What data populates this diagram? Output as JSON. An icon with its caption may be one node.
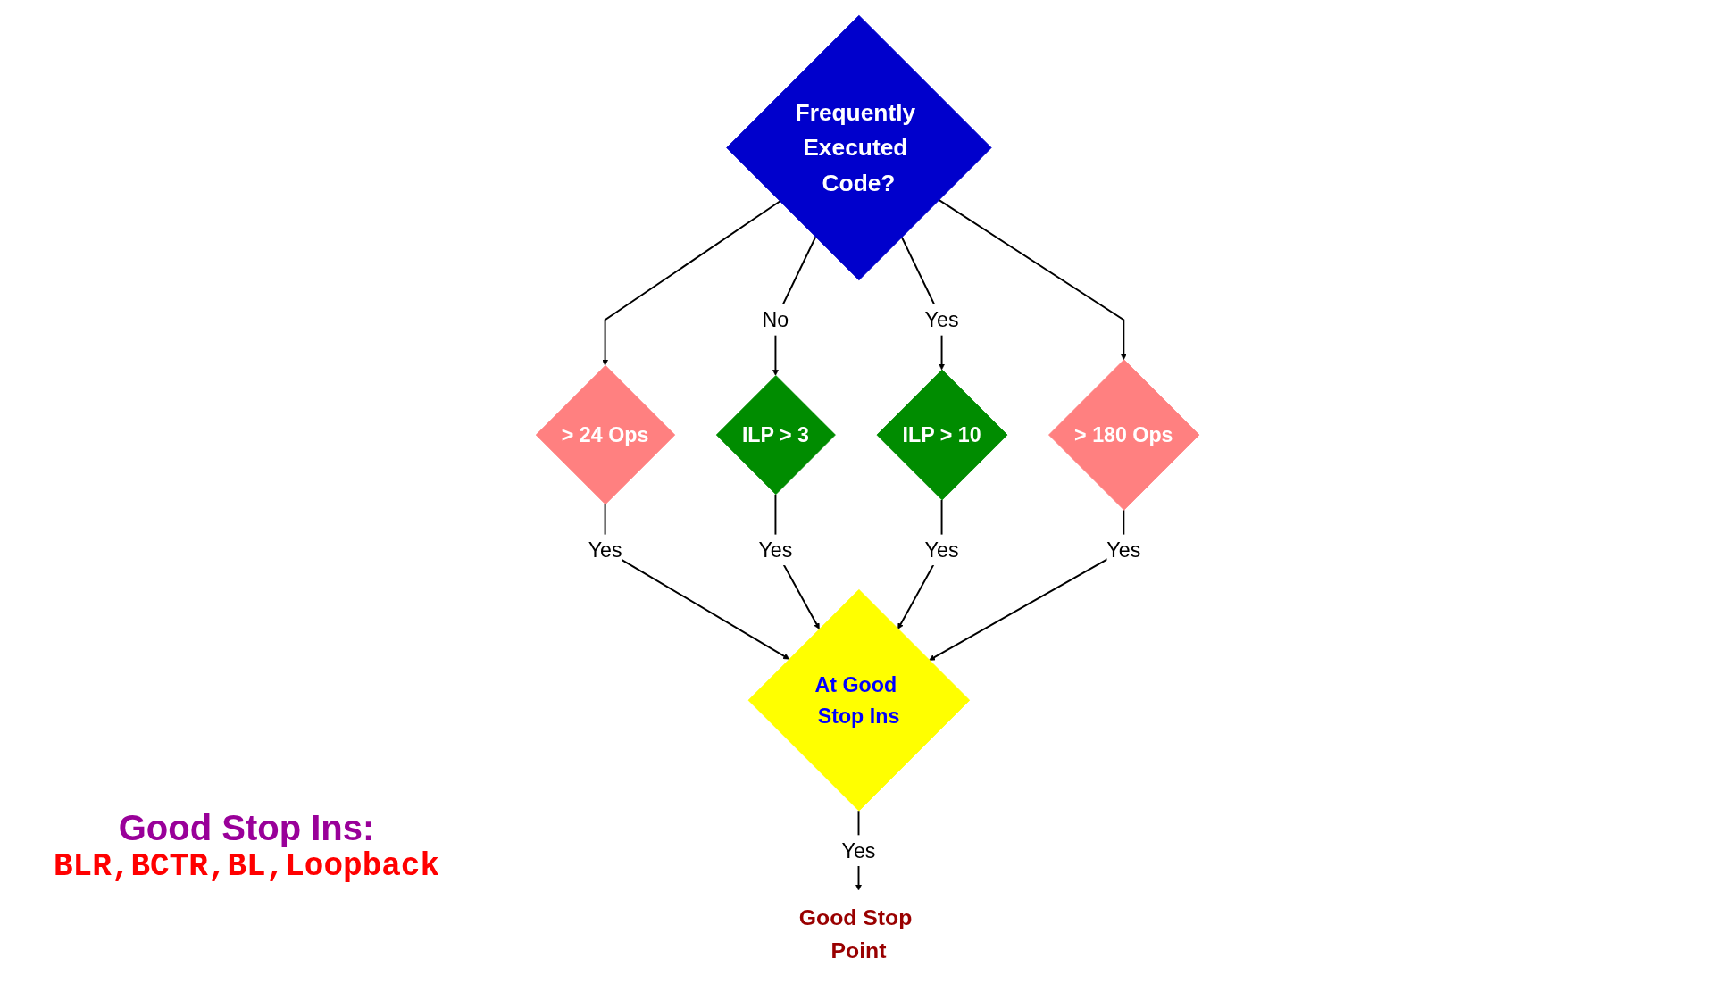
{
  "diagram": {
    "nodes": [
      {
        "text": [
          "Frequently Executed Code?"
        ]
      },
      {
        "text": [
          "> 24 Ops"
        ]
      },
      {
        "text": [
          "ILP > 3"
        ]
      },
      {
        "text": [
          "ILP > 10"
        ]
      },
      {
        "text": [
          "> 180 Ops"
        ]
      },
      {
        "text": [
          "At Good Stop Ins"
        ]
      },
      {
        "text": [
          "Good Stop Point"
        ]
      }
    ],
    "edges": [
      {
        "from": 0,
        "to": 1,
        "arrow": "to"
      },
      {
        "from": 0,
        "to": 2,
        "label": "No",
        "arrow": "to"
      },
      {
        "from": 0,
        "to": 3,
        "label": "Yes",
        "arrow": "to"
      },
      {
        "from": 0,
        "to": 4,
        "arrow": "to"
      },
      {
        "from": 1,
        "to": 5,
        "label": "Yes",
        "arrow": "to"
      },
      {
        "from": 2,
        "to": 5,
        "label": "Yes",
        "arrow": "to"
      },
      {
        "from": 3,
        "to": 5,
        "label": "Yes",
        "arrow": "to"
      },
      {
        "from": 4,
        "to": 5,
        "label": "Yes",
        "arrow": "to"
      },
      {
        "from": 5,
        "to": 6,
        "label": "Yes",
        "arrow": "to"
      }
    ],
    "labels": [
      "Good Stop Ins:",
      "BLR,BCTR,BL,Loopback"
    ]
  }
}
